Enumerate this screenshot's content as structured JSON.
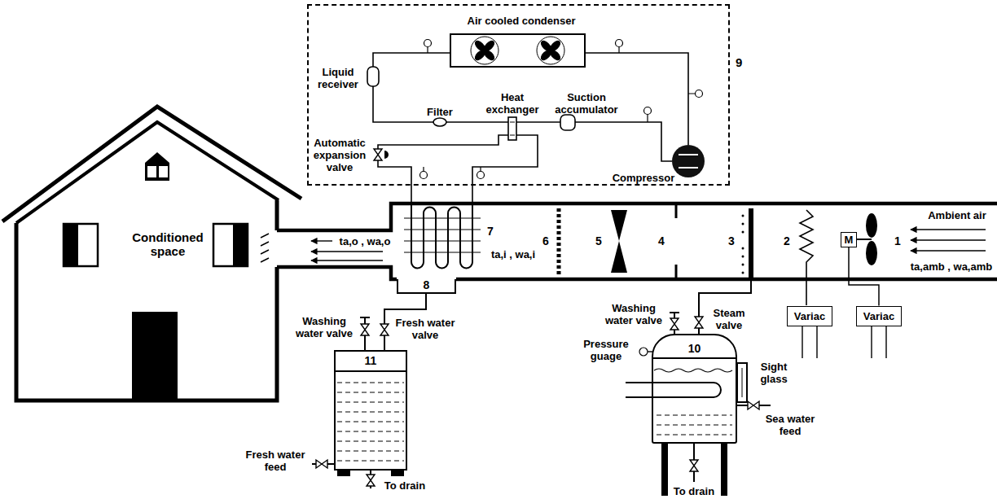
{
  "diagram": {
    "nodes": [
      {
        "text": [
          "9"
        ]
      },
      {
        "text": [
          "Conditioned space"
        ]
      },
      {
        "text": [
          "8"
        ]
      },
      {
        "text": [
          "M"
        ]
      },
      {
        "text": [
          "Variac"
        ]
      },
      {
        "text": [
          "Variac"
        ]
      },
      {
        "text": [
          "11"
        ]
      },
      {
        "text": [
          "10"
        ]
      }
    ],
    "edges": [
      {
        "from": 5,
        "to": 3,
        "arrow": "none"
      },
      {
        "from": 6,
        "to": 2,
        "arrow": "none"
      }
    ],
    "labels": [
      "Air cooled condenser",
      "Liquid receiver",
      "Filter",
      "Heat exchanger",
      "Suction accumulator",
      "Automatic expansion valve",
      "Compressor",
      "ta,o , wa,o",
      "7",
      "ta,i , wa,i",
      "6",
      "5",
      "4",
      "3",
      "2",
      "1",
      "Ambient air",
      "ta,amb , wa,amb",
      "Washing water valve",
      "Fresh water valve",
      "Washing water valve",
      "Steam valve",
      "Pressure guage",
      "Sight glass",
      "Sea water feed",
      "To drain",
      "Fresh water feed",
      "To drain"
    ]
  }
}
